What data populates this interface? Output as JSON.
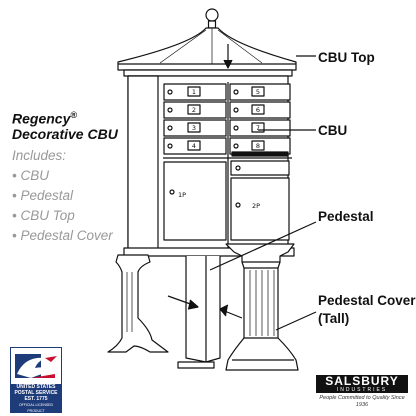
{
  "product": {
    "title_line1": "Regency",
    "registered": "®",
    "title_line2": "Decorative CBU",
    "includes_label": "Includes:",
    "includes": [
      "• CBU",
      "• Pedestal",
      "• CBU Top",
      "• Pedestal Cover"
    ]
  },
  "callouts": {
    "cbu_top": "CBU Top",
    "cbu": "CBU",
    "pedestal": "Pedestal",
    "pedestal_cover_line1": "Pedestal Cover",
    "pedestal_cover_line2": "(Tall)"
  },
  "doors": [
    "1",
    "2",
    "3",
    "4",
    "5",
    "6",
    "7",
    "8"
  ],
  "parcel_lockers": [
    "1P",
    "2P"
  ],
  "usps_badge": {
    "line1": "UNITED STATES",
    "line2": "POSTAL SERVICE",
    "line3": "EST. 1775",
    "line4": "OFFICIAL LICENSED PRODUCT"
  },
  "brand": {
    "name": "SALSBURY",
    "sub": "INDUSTRIES",
    "tagline": "People Committed to Quality Since 1936"
  },
  "colors": {
    "ink": "#111111",
    "muted_text": "#999999",
    "usps_blue": "#1f3c7a",
    "usps_red": "#c8102e"
  }
}
